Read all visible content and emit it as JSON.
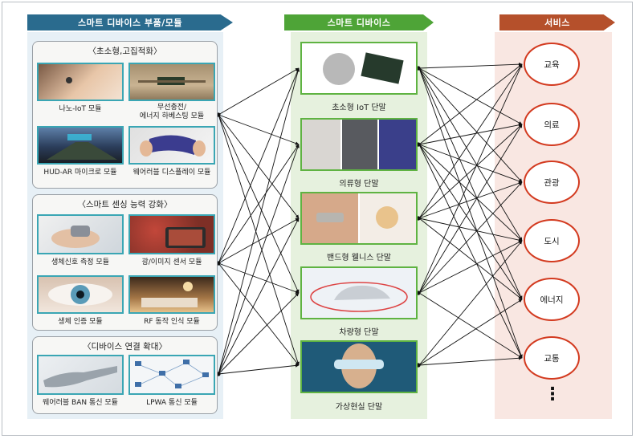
{
  "headers": {
    "parts": "스마트 디바이스 부품/모듈",
    "devices": "스마트 디바이스",
    "services": "서비스"
  },
  "groups": [
    {
      "title": "〈초소형,고집적화〉",
      "modules": [
        {
          "label": "나노-IoT 모듈",
          "label2": ""
        },
        {
          "label": "무선충전/",
          "label2": "에너지 하베스팅 모듈"
        },
        {
          "label": "HUD-AR 마이크로 모듈",
          "label2": ""
        },
        {
          "label": "웨어러블 디스플레이 모듈",
          "label2": ""
        }
      ]
    },
    {
      "title": "〈스마트 센싱 능력 강화〉",
      "modules": [
        {
          "label": "생체신호 측정 모듈",
          "label2": ""
        },
        {
          "label": "광/이미지 센서 모듈",
          "label2": ""
        },
        {
          "label": "생체 인증 모듈",
          "label2": ""
        },
        {
          "label": "RF 동작 인식 모듈",
          "label2": ""
        }
      ]
    },
    {
      "title": "〈디바이스 연결 확대〉",
      "modules": [
        {
          "label": "웨어러블 BAN 통신 모듈",
          "label2": ""
        },
        {
          "label": "LPWA 통신 모듈",
          "label2": ""
        }
      ]
    }
  ],
  "devices": [
    {
      "label": "초소형 IoT 단말"
    },
    {
      "label": "의류형 단말"
    },
    {
      "label": "밴드형 웰니스 단말"
    },
    {
      "label": "차량형 단말"
    },
    {
      "label": "가상현실 단말"
    }
  ],
  "services": [
    {
      "label": "교육"
    },
    {
      "label": "의료"
    },
    {
      "label": "관광"
    },
    {
      "label": "도시"
    },
    {
      "label": "에너지"
    },
    {
      "label": "교통"
    }
  ],
  "more": "⋮",
  "colors": {
    "parts_header": "#2a6b8e",
    "devices_header": "#4ea437",
    "services_header": "#b5502b",
    "device_border": "#5fb342",
    "service_border": "#d33a1f",
    "module_border": "#3aa6b4"
  }
}
